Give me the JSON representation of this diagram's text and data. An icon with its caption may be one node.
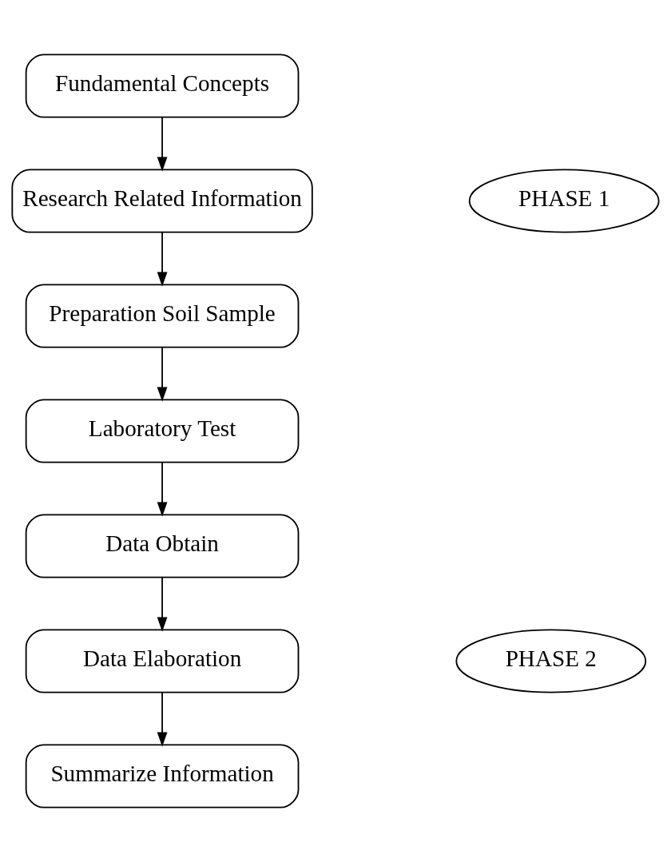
{
  "diagram": {
    "nodes": [
      {
        "text": [
          "Fundamental Concepts"
        ]
      },
      {
        "text": [
          "Research Related Information"
        ]
      },
      {
        "text": [
          "Preparation Soil Sample"
        ]
      },
      {
        "text": [
          "Laboratory Test"
        ]
      },
      {
        "text": [
          "Data Obtain"
        ]
      },
      {
        "text": [
          "Data Elaboration"
        ]
      },
      {
        "text": [
          "Summarize Information"
        ]
      },
      {
        "text": [
          "PHASE 1"
        ]
      },
      {
        "text": [
          "PHASE 2"
        ]
      }
    ],
    "edges": [
      {
        "from": 0,
        "to": 1,
        "arrow": "to"
      },
      {
        "from": 1,
        "to": 2,
        "arrow": "to"
      },
      {
        "from": 2,
        "to": 3,
        "arrow": "to"
      },
      {
        "from": 3,
        "to": 4,
        "arrow": "to"
      },
      {
        "from": 4,
        "to": 5,
        "arrow": "to"
      },
      {
        "from": 5,
        "to": 6,
        "arrow": "to"
      }
    ]
  }
}
